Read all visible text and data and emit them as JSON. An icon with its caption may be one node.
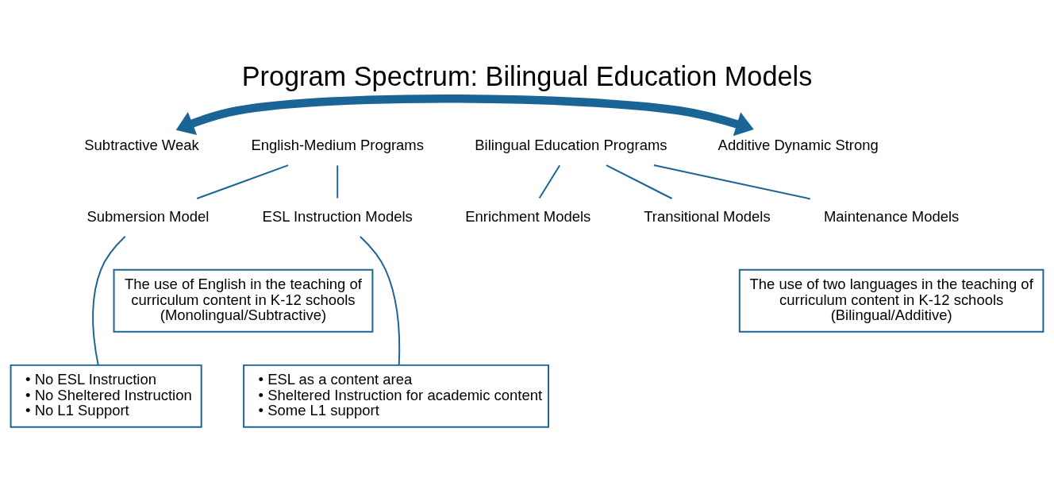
{
  "diagram": {
    "title": "Program Spectrum: Bilingual Education Models",
    "nodes": [
      {
        "text": [
          "Subtractive Weak"
        ]
      },
      {
        "text": [
          "Additive Dynamic Strong"
        ]
      },
      {
        "text": [
          "English-Medium Programs"
        ]
      },
      {
        "text": [
          "Bilingual Education Programs"
        ]
      },
      {
        "text": [
          "Submersion Model"
        ]
      },
      {
        "text": [
          "ESL Instruction Models"
        ]
      },
      {
        "text": [
          "Transitional Models"
        ]
      },
      {
        "text": [
          "Maintenance Models"
        ]
      },
      {
        "text": [
          "Enrichment Models"
        ]
      },
      {
        "text": [
          "The use of English in the teaching of curriculum content in K-12 schools",
          "(Monolingual/Subtractive)"
        ]
      },
      {
        "text": [
          "The use of two languages in the teaching of curriculum content in K-12 schools",
          "(Bilingual/Additive)"
        ]
      },
      {
        "text": [
          "• No ESL Instruction",
          "• No Sheltered Instruction",
          "• No L1 Support"
        ]
      },
      {
        "text": [
          "• ESL as a content area",
          "• Sheltered Instruction for academic content",
          "• Some L1 support"
        ]
      }
    ],
    "edges": [
      {
        "from": 0,
        "to": 1,
        "arrow": "both",
        "style": "thick",
        "color": "#1a6595"
      },
      {
        "from": 2,
        "to": 4,
        "arrow": "none"
      },
      {
        "from": 2,
        "to": 5,
        "arrow": "none"
      },
      {
        "from": 3,
        "to": 6,
        "arrow": "none"
      },
      {
        "from": 3,
        "to": 7,
        "arrow": "none"
      },
      {
        "from": 3,
        "to": 8,
        "arrow": "none"
      },
      {
        "from": 4,
        "to": 11,
        "arrow": "none"
      },
      {
        "from": 5,
        "to": 12,
        "arrow": "none"
      }
    ]
  }
}
